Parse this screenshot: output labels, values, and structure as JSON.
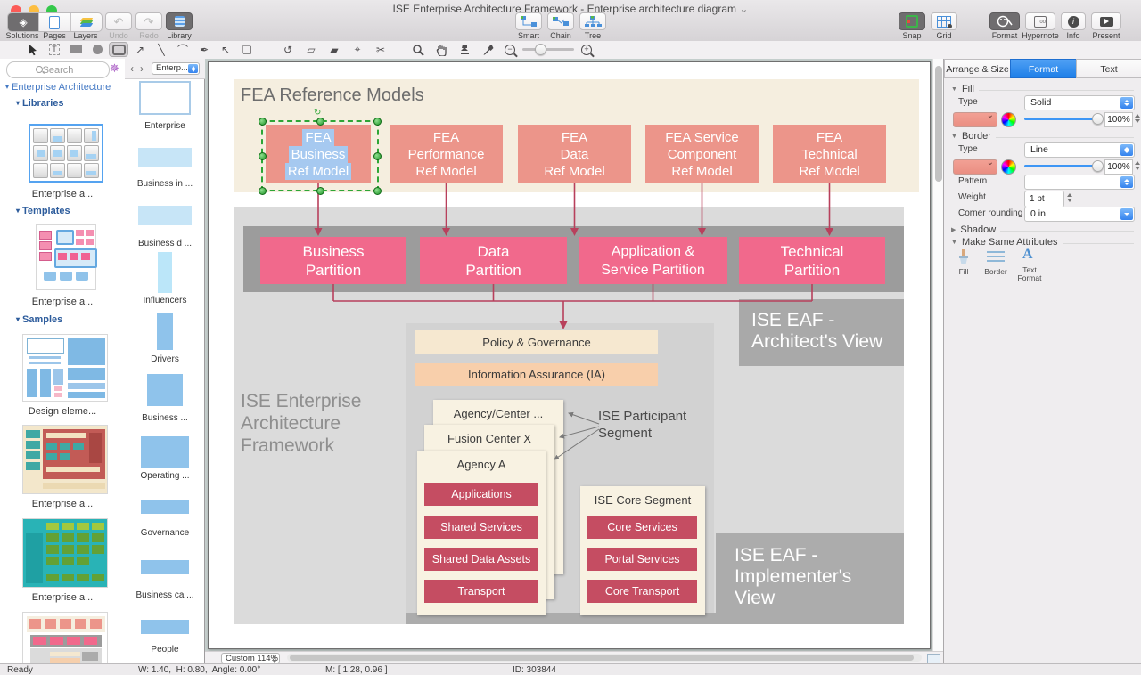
{
  "window": {
    "title": "ISE Enterprise Architecture Framework - Enterprise architecture diagram"
  },
  "toolbar": {
    "solutions": "Solutions",
    "pages": "Pages",
    "layers": "Layers",
    "undo": "Undo",
    "redo": "Redo",
    "library": "Library",
    "smart": "Smart",
    "chain": "Chain",
    "tree": "Tree",
    "snap": "Snap",
    "grid": "Grid",
    "format": "Format",
    "hypernote": "Hypernote",
    "info": "Info",
    "present": "Present"
  },
  "sidebar": {
    "search_placeholder": "Search",
    "root_label": "Enterprise Architecture",
    "libraries_label": "Libraries",
    "templates_label": "Templates",
    "samples_label": "Samples",
    "library_caption": "Enterprise a...",
    "template_caption": "Enterprise a...",
    "sample1_caption": "Design eleme...",
    "sample2_caption": "Enterprise a...",
    "sample3_caption": "Enterprise a..."
  },
  "shapes_panel": {
    "selector": "Enterp...",
    "items": [
      "Enterprise",
      "Business in ...",
      "Business d ...",
      "Influencers",
      "Drivers",
      "Business ...",
      "Operating ...",
      "Governance",
      "Business ca ...",
      "People"
    ]
  },
  "canvas": {
    "zoom": "Custom 114%"
  },
  "diagram": {
    "title": "FEA Reference Models",
    "fea_models": [
      [
        "FEA",
        "Business",
        "Ref Model"
      ],
      [
        "FEA",
        "Performance",
        "Ref Model"
      ],
      [
        "FEA",
        "Data",
        "Ref Model"
      ],
      [
        "FEA Service",
        "Component",
        "Ref Model"
      ],
      [
        "FEA",
        "Technical",
        "Ref Model"
      ]
    ],
    "partitions": [
      [
        "Business",
        "Partition"
      ],
      [
        "Data",
        "Partition"
      ],
      [
        "Application &",
        "Service Partition"
      ],
      [
        "Technical",
        "Partition"
      ]
    ],
    "architects_view": [
      "ISE EAF -",
      "Architect's View"
    ],
    "framework_label": [
      "ISE Enterprise",
      "Architecture",
      "Framework"
    ],
    "policy_governance": "Policy & Governance",
    "information_assurance": "Information Assurance (IA)",
    "participant_segment": [
      "ISE Participant",
      "Segment"
    ],
    "cards": [
      "Agency/Center ...",
      "Fusion Center X",
      "Agency A"
    ],
    "agency_items": [
      "Applications",
      "Shared Services",
      "Shared Data Assets",
      "Transport"
    ],
    "core_segment_title": "ISE Core Segment",
    "core_items": [
      "Core Services",
      "Portal Services",
      "Core Transport"
    ],
    "implementers_view": [
      "ISE EAF -",
      "Implementer's",
      "View"
    ]
  },
  "inspector": {
    "tabs": [
      "Arrange & Size",
      "Format",
      "Text"
    ],
    "active_tab": "Format",
    "fill": {
      "header": "Fill",
      "type_label": "Type",
      "type_value": "Solid",
      "opacity": "100%"
    },
    "border": {
      "header": "Border",
      "type_label": "Type",
      "type_value": "Line",
      "opacity": "100%",
      "pattern_label": "Pattern",
      "weight_label": "Weight",
      "weight_value": "1 pt",
      "corner_label": "Corner rounding",
      "corner_value": "0 in"
    },
    "shadow": {
      "header": "Shadow"
    },
    "make_same": {
      "header": "Make Same Attributes",
      "fill": "Fill",
      "border": "Border",
      "text_format_1": "Text",
      "text_format_2": "Format"
    }
  },
  "statusbar": {
    "ready": "Ready",
    "dimensions": "W: 1.40,  H: 0.80,  Angle: 0.00°",
    "mouse": "M: [ 1.28, 0.96 ]",
    "object_id": "ID: 303844"
  },
  "colors": {
    "accent_blue": "#2E8DEF",
    "selection_green": "#2EA636",
    "salmon": "#EC958A",
    "pink": "#F1698C",
    "crimson": "#C54D62",
    "connector_red": "#B8405C",
    "cream": "#F6EFE1",
    "peach": "#F8CFAB",
    "panel_gray": "#DCDCDC",
    "band_gray": "#9C9C9C",
    "view_gray": "#ABABAB"
  }
}
